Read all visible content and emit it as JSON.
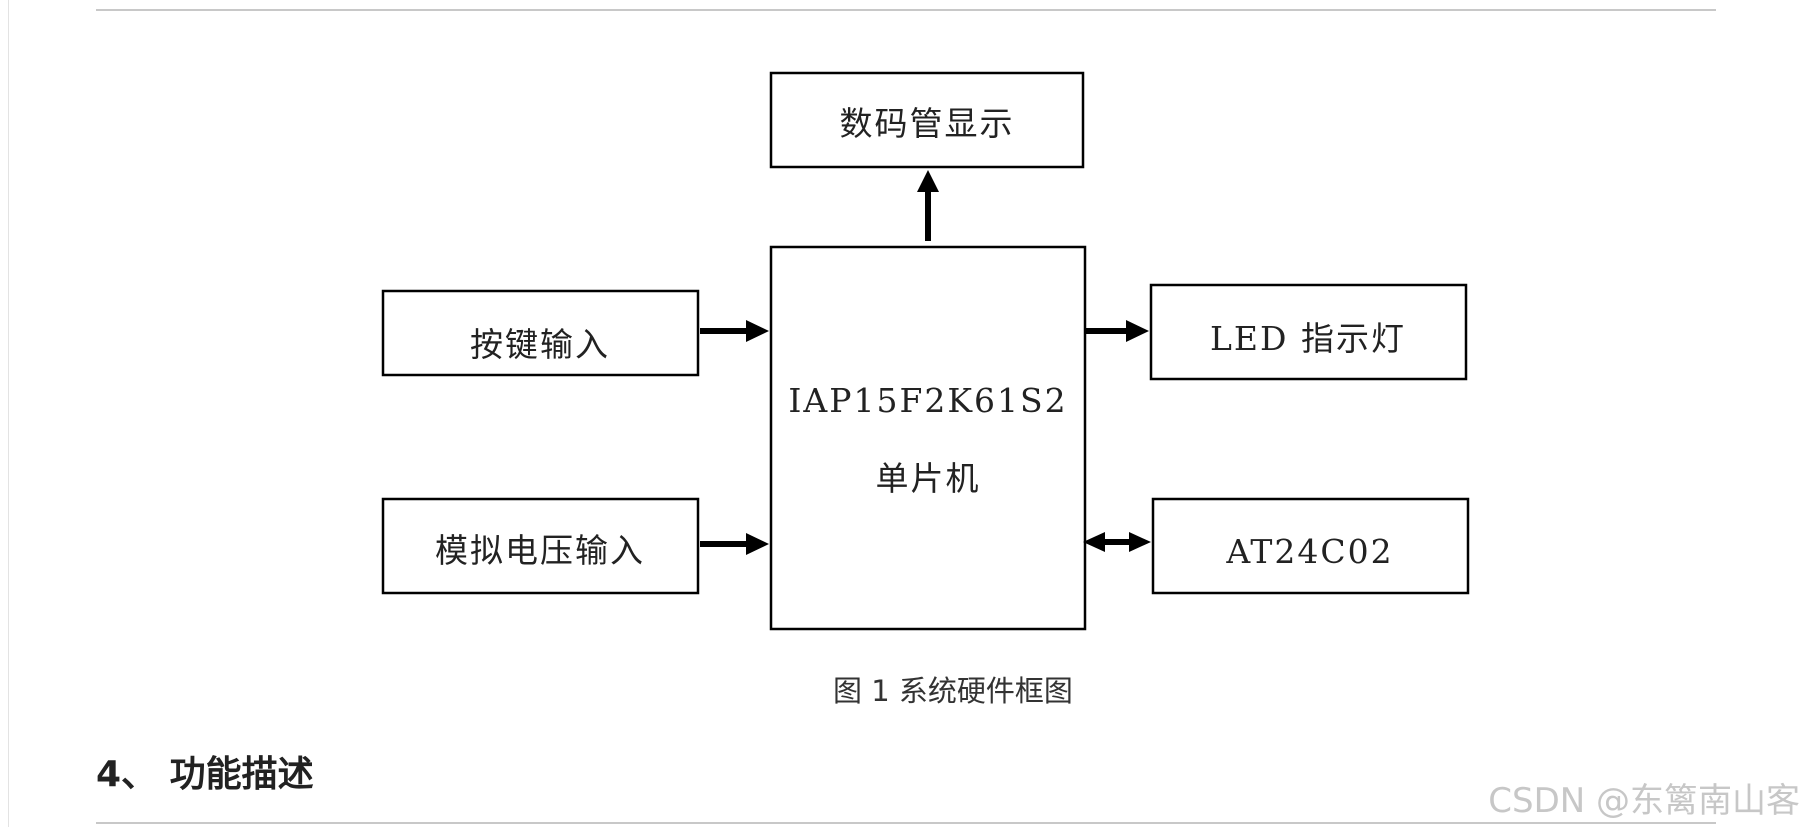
{
  "diagram": {
    "nodes": {
      "display": "数码管显示",
      "keys": "按键输入",
      "analog": "模拟电压输入",
      "mcu_line1": "IAP15F2K61S2",
      "mcu_line2": "单片机",
      "led": "LED 指示灯",
      "eeprom": "AT24C02"
    },
    "edges": [
      {
        "from": "keys",
        "to": "mcu",
        "direction": "to"
      },
      {
        "from": "analog",
        "to": "mcu",
        "direction": "to"
      },
      {
        "from": "mcu",
        "to": "display",
        "direction": "to"
      },
      {
        "from": "mcu",
        "to": "led",
        "direction": "to"
      },
      {
        "from": "mcu",
        "to": "eeprom",
        "direction": "both"
      }
    ]
  },
  "caption": "图 1 系统硬件框图",
  "section_title": "4、  功能描述",
  "watermark": "CSDN @东篱南山客"
}
